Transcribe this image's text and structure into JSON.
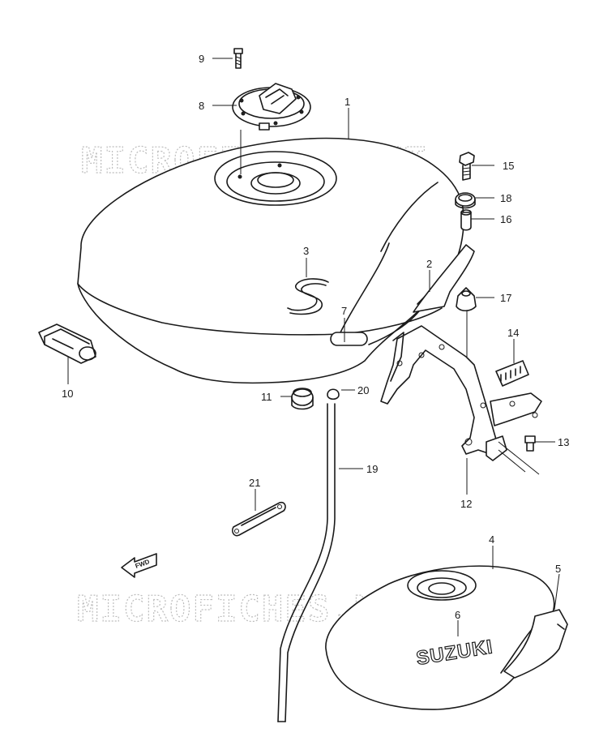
{
  "watermark_text": "MICROFICHES.NET",
  "brand_emblem_letter": "S",
  "brand_logo_text": "SUZUKI",
  "fwd_label": "FWD",
  "callouts": [
    "1",
    "2",
    "3",
    "4",
    "5",
    "6",
    "7",
    "8",
    "9",
    "10",
    "11",
    "12",
    "13",
    "14",
    "15",
    "16",
    "17",
    "18",
    "19",
    "20",
    "21"
  ]
}
